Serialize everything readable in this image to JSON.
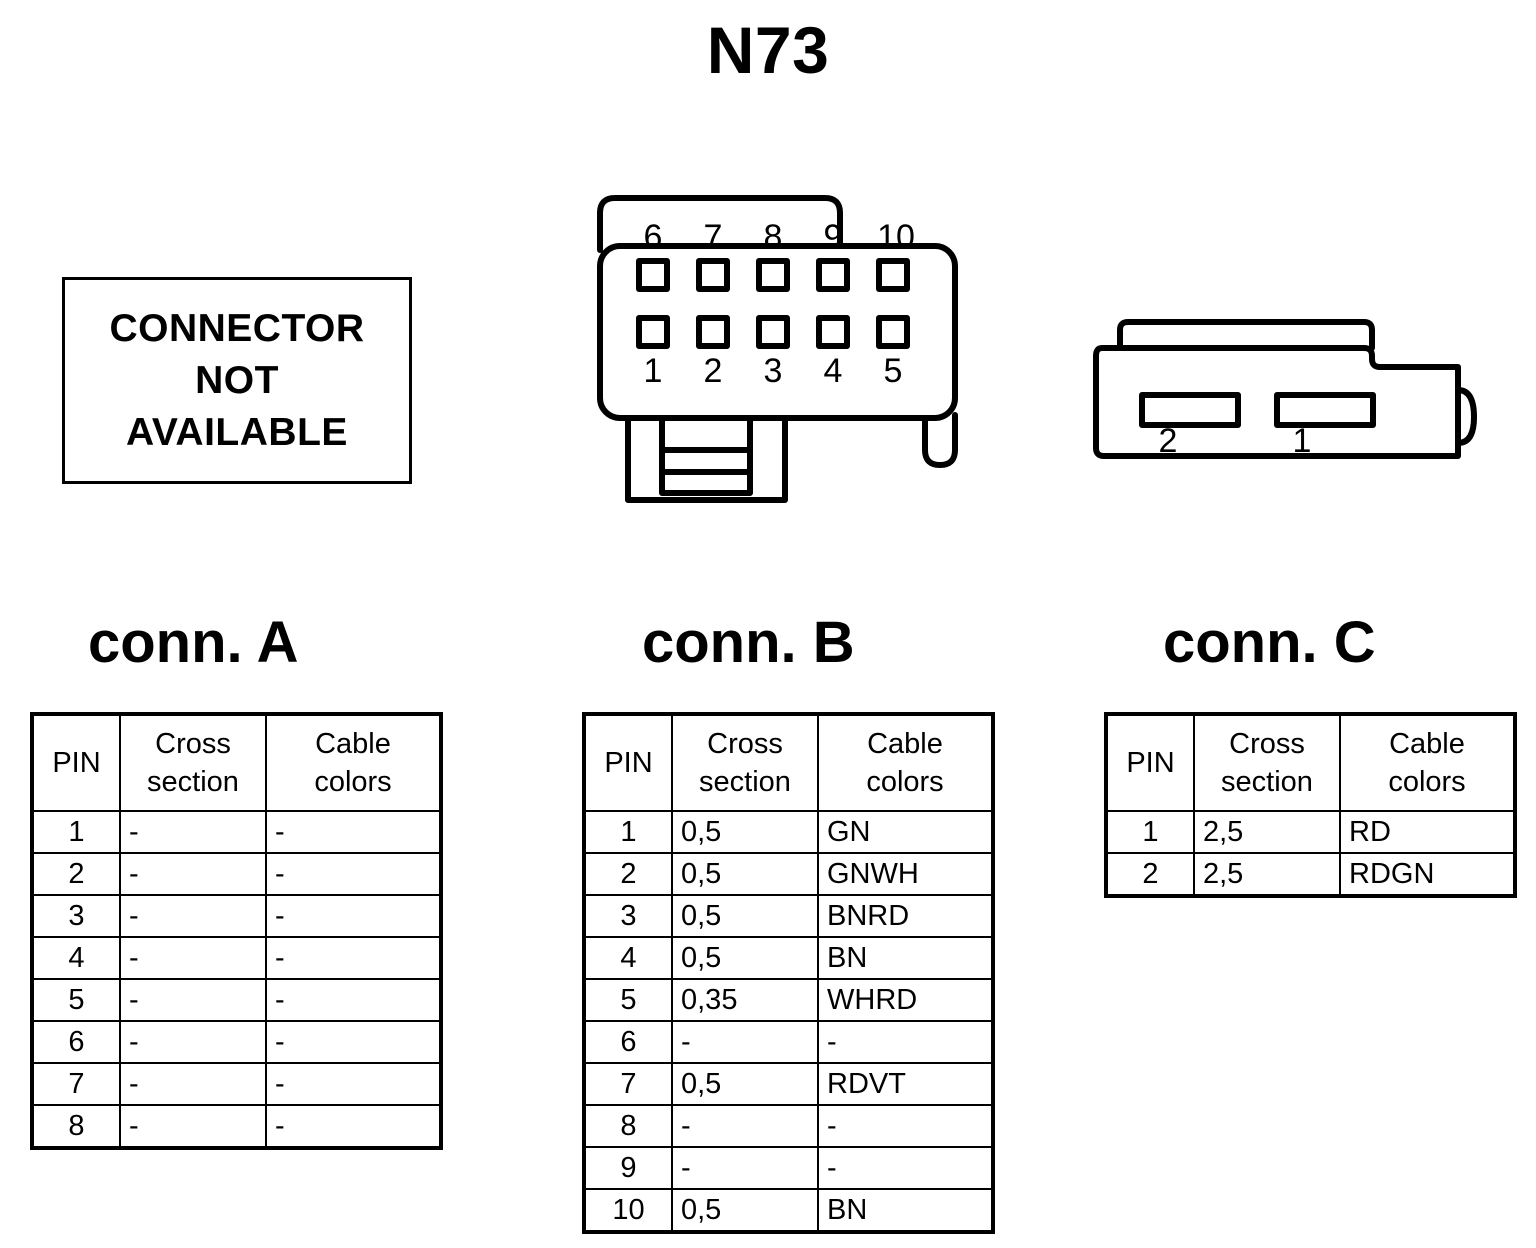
{
  "title": "N73",
  "connector_a": {
    "heading": "conn. A",
    "unavailable_lines": [
      "CONNECTOR",
      "NOT",
      "AVAILABLE"
    ],
    "table": {
      "headers": {
        "pin": "PIN",
        "cross_section_line1": "Cross",
        "cross_section_line2": "section",
        "cable_colors_line1": "Cable",
        "cable_colors_line2": "colors"
      },
      "rows": [
        {
          "pin": "1",
          "cross_section": "-",
          "cable_colors": "-"
        },
        {
          "pin": "2",
          "cross_section": "-",
          "cable_colors": "-"
        },
        {
          "pin": "3",
          "cross_section": "-",
          "cable_colors": "-"
        },
        {
          "pin": "4",
          "cross_section": "-",
          "cable_colors": "-"
        },
        {
          "pin": "5",
          "cross_section": "-",
          "cable_colors": "-"
        },
        {
          "pin": "6",
          "cross_section": "-",
          "cable_colors": "-"
        },
        {
          "pin": "7",
          "cross_section": "-",
          "cable_colors": "-"
        },
        {
          "pin": "8",
          "cross_section": "-",
          "cable_colors": "-"
        }
      ]
    }
  },
  "connector_b": {
    "heading": "conn. B",
    "pin_labels_top": [
      "6",
      "7",
      "8",
      "9",
      "10"
    ],
    "pin_labels_bottom": [
      "1",
      "2",
      "3",
      "4",
      "5"
    ],
    "table": {
      "headers": {
        "pin": "PIN",
        "cross_section_line1": "Cross",
        "cross_section_line2": "section",
        "cable_colors_line1": "Cable",
        "cable_colors_line2": "colors"
      },
      "rows": [
        {
          "pin": "1",
          "cross_section": "0,5",
          "cable_colors": "GN"
        },
        {
          "pin": "2",
          "cross_section": "0,5",
          "cable_colors": "GNWH"
        },
        {
          "pin": "3",
          "cross_section": "0,5",
          "cable_colors": "BNRD"
        },
        {
          "pin": "4",
          "cross_section": "0,5",
          "cable_colors": "BN"
        },
        {
          "pin": "5",
          "cross_section": "0,35",
          "cable_colors": "WHRD"
        },
        {
          "pin": "6",
          "cross_section": "-",
          "cable_colors": "-"
        },
        {
          "pin": "7",
          "cross_section": "0,5",
          "cable_colors": "RDVT"
        },
        {
          "pin": "8",
          "cross_section": "-",
          "cable_colors": "-"
        },
        {
          "pin": "9",
          "cross_section": "-",
          "cable_colors": "-"
        },
        {
          "pin": "10",
          "cross_section": "0,5",
          "cable_colors": "BN"
        }
      ]
    }
  },
  "connector_c": {
    "heading": "conn. C",
    "slot_labels": [
      "2",
      "1"
    ],
    "table": {
      "headers": {
        "pin": "PIN",
        "cross_section_line1": "Cross",
        "cross_section_line2": "section",
        "cable_colors_line1": "Cable",
        "cable_colors_line2": "colors"
      },
      "rows": [
        {
          "pin": "1",
          "cross_section": "2,5",
          "cable_colors": "RD"
        },
        {
          "pin": "2",
          "cross_section": "2,5",
          "cable_colors": "RDGN"
        }
      ]
    }
  },
  "colors": {
    "line": "#000000",
    "background": "#ffffff"
  }
}
